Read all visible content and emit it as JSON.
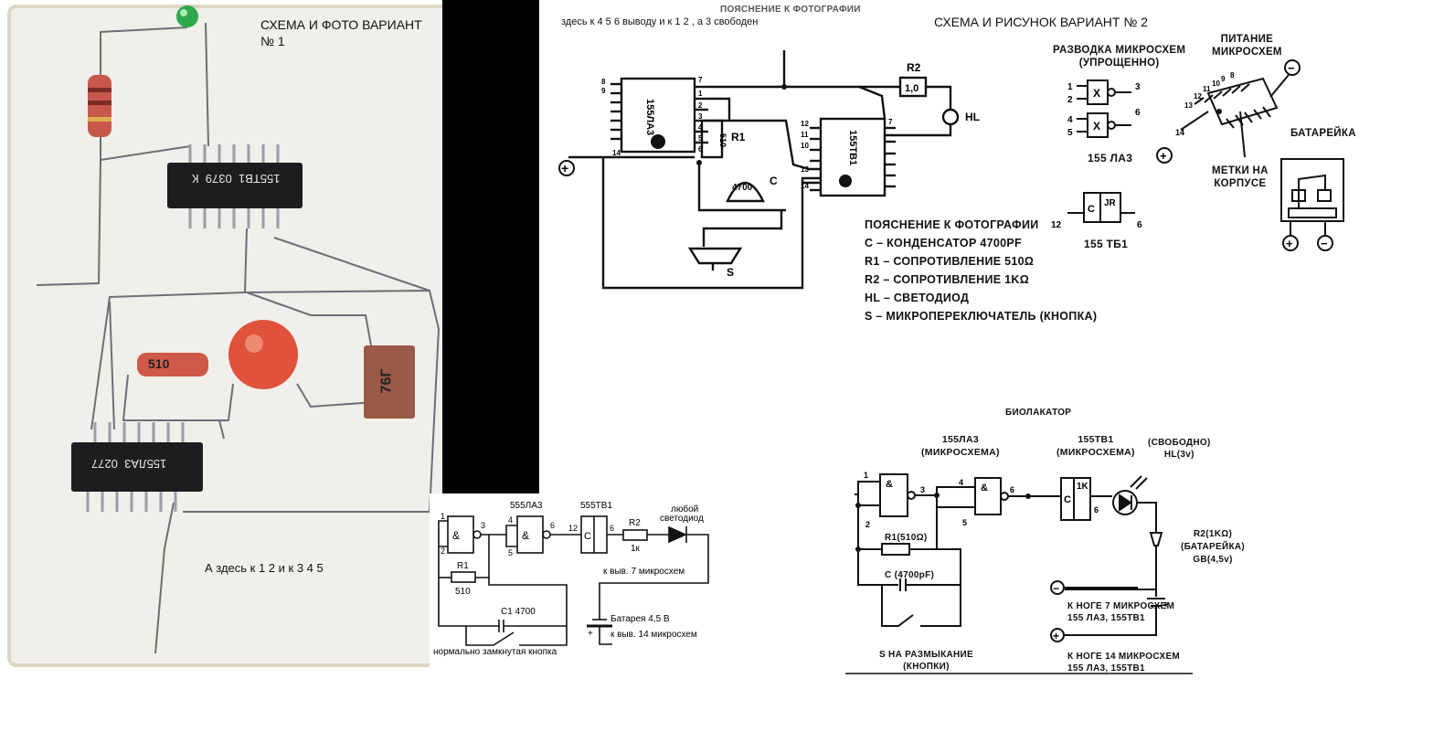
{
  "photo": {
    "title_line1": "СХЕМА И ФОТО ВАРИАНТ",
    "title_line2": "№ 1",
    "chip_top_line1": "К",
    "chip_top_line2": "0379",
    "chip_top_line3": "155ТВ1",
    "chip_bottom_line1": "0277",
    "chip_bottom_line2": "155ЛА3",
    "resistor_label": "510",
    "capacitor_label": "76Г",
    "caption_bottom": "А здесь к 1 2 и к 3 4 5"
  },
  "top_note": "здесь к 4 5 6 выводу и к 1 2 , а 3 свободен",
  "variant2_title": "СХЕМА И РИСУНОК ВАРИАНТ № 2",
  "scan_header": "ПОЯСНЕНИЕ К ФОТОГРАФИИ",
  "main_schematic": {
    "chip1": "155ЛА3",
    "chip2": "155ТВ1",
    "r1": "R1",
    "r1_value": "510",
    "r2": "R2",
    "r2_value": "1,0",
    "cap_value": "4700",
    "cap": "C",
    "led": "HL",
    "switch": "S",
    "plus": "+",
    "pins": [
      "7",
      "1",
      "2",
      "3",
      "4",
      "5",
      "6",
      "14",
      "12",
      "13",
      "11",
      "10",
      "9",
      "8"
    ],
    "legend_title": "ПОЯСНЕНИЕ К ФОТОГРАФИИ",
    "legend": [
      "С – КОНДЕНСАТОР 4700PF",
      "R1 – СОПРОТИВЛЕНИЕ 510Ω",
      "R2 – СОПРОТИВЛЕНИЕ 1KΩ",
      "HL – СВЕТОДИОД",
      "S – МИКРОПЕРЕКЛЮЧАТЕЛЬ (КНОПКА)"
    ]
  },
  "pinout": {
    "title_line1": "РАЗВОДКА МИКРОСХЕМ",
    "title_line2": "(УПРОЩЕННО)",
    "gate_label": "155 ЛА3",
    "trigger_label": "155 ТБ1",
    "pins_left": [
      "1",
      "2",
      "4",
      "5"
    ],
    "pins_right": [
      "3",
      "6"
    ],
    "trigger_pins": [
      "12",
      "6"
    ],
    "gate_symbol": "X",
    "c_label": "С",
    "tr_label": "JR"
  },
  "power": {
    "title_line1": "ПИТАНИЕ",
    "title_line2": "МИКРОСХЕМ",
    "marks_line1": "МЕТКИ НА",
    "marks_line2": "КОРПУСЕ",
    "pin_label": "14",
    "pin_numbers": [
      "8",
      "9",
      "10",
      "11",
      "12",
      "13"
    ],
    "plus": "+",
    "minus": "−"
  },
  "battery": {
    "title": "БАТАРЕЙКА",
    "plus": "+",
    "minus": "−"
  },
  "small_schematic": {
    "chip1": "555ЛА3",
    "chip2": "555ТВ1",
    "and_symbol": "&",
    "c_pin": "C",
    "r1": "R1",
    "r1_value": "510",
    "r2": "R2",
    "r2_value": "1к",
    "c1": "C1 4700",
    "led_line1": "любой",
    "led_line2": "светодиод",
    "note_pin7": "к выв. 7 микросхем",
    "battery": "Батарея 4,5 В",
    "note_pin14": "к выв. 14 микросхем",
    "button": "нормально замкнутая кнопка",
    "pins": [
      "1",
      "2",
      "3",
      "4",
      "5",
      "6",
      "12",
      "6"
    ],
    "plus": "+"
  },
  "bioscheme": {
    "title": "БИОЛАКАТОР",
    "chip1_line1": "155ЛА3",
    "chip1_line2": "(МИКРОСХЕМА)",
    "chip2_line1": "155ТВ1",
    "chip2_line2": "(МИКРОСХЕМА)",
    "led_line1": "(СВОБОДНО)",
    "led_line2": "HL(3v)",
    "r1": "R1(510Ω)",
    "cap": "C (4700pF)",
    "r2_line1": "R2(1KΩ)",
    "r2_line2": "(БАТАРЕЙКА)",
    "r2_line3": "GB(4,5v)",
    "leg7_line1": "К НОГЕ 7 МИКРОСХЕМ",
    "leg7_line2": "155 ЛА3, 155ТВ1",
    "leg14_line1": "К НОГЕ 14 МИКРОСХЕМ",
    "leg14_line2": "155 ЛА3, 155ТВ1",
    "switch_line1": "S НА РАЗМЫКАНИЕ",
    "switch_line2": "(КНОПКИ)",
    "gate_symbol": "&",
    "c_pin": "C",
    "t_label": "1K",
    "pins": [
      "1",
      "2",
      "3",
      "4",
      "5",
      "6",
      "6"
    ],
    "plus": "+",
    "minus": "−"
  }
}
